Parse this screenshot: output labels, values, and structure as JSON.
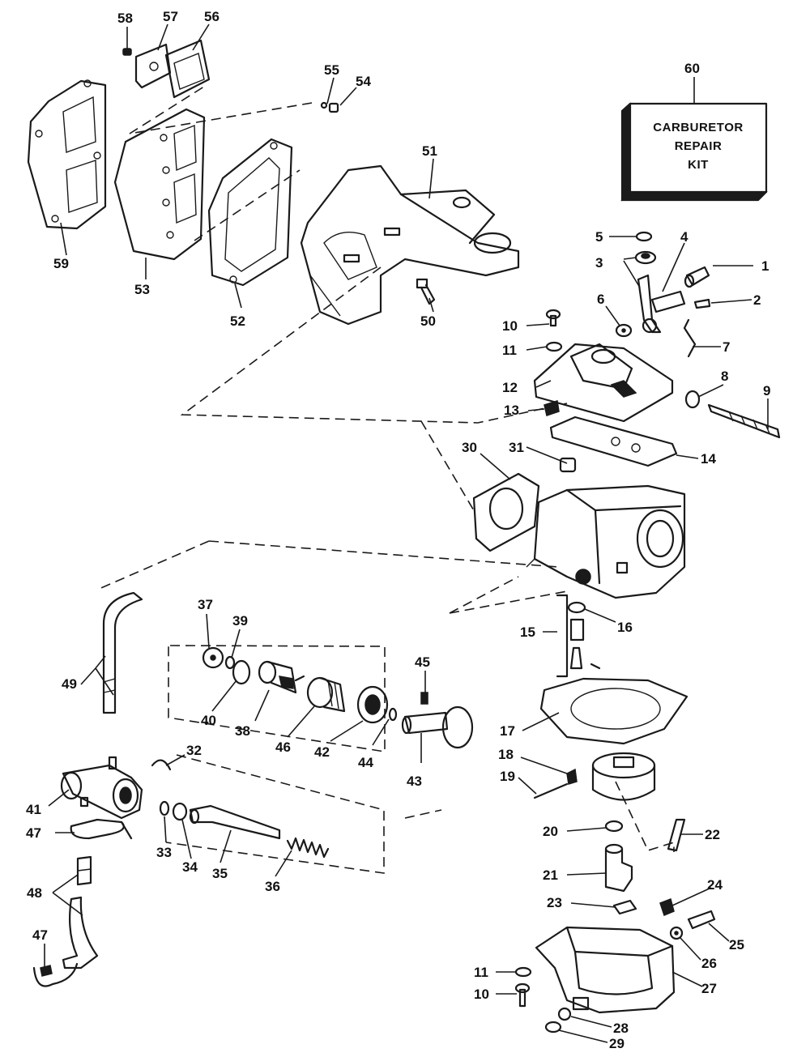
{
  "kit": {
    "line1": "CARBURETOR",
    "line2": "REPAIR",
    "line3": "KIT"
  },
  "callouts": [
    "1",
    "2",
    "3",
    "4",
    "5",
    "6",
    "7",
    "8",
    "9",
    "10",
    "10",
    "11",
    "11",
    "12",
    "13",
    "14",
    "15",
    "16",
    "17",
    "18",
    "19",
    "20",
    "21",
    "22",
    "23",
    "24",
    "25",
    "26",
    "27",
    "28",
    "29",
    "30",
    "31",
    "32",
    "33",
    "34",
    "35",
    "36",
    "37",
    "38",
    "39",
    "40",
    "41",
    "42",
    "43",
    "44",
    "45",
    "46",
    "47",
    "47",
    "48",
    "49",
    "50",
    "51",
    "52",
    "53",
    "54",
    "55",
    "56",
    "57",
    "58",
    "59",
    "60"
  ]
}
